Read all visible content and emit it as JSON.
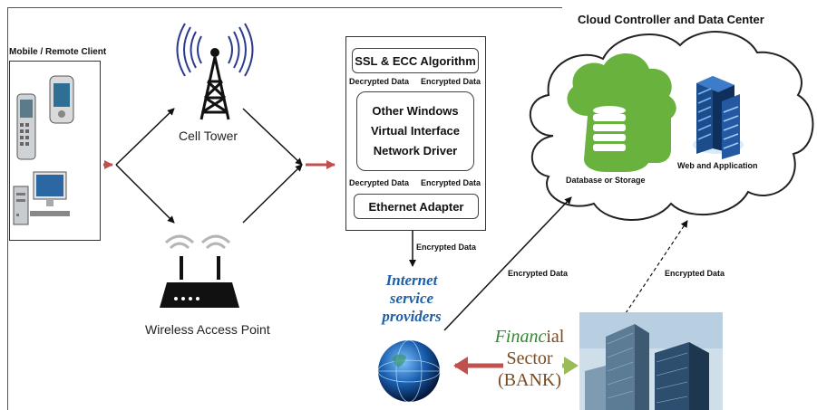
{
  "client": {
    "label": "Mobile / Remote  Client"
  },
  "tower": {
    "label": "Cell Tower"
  },
  "wap": {
    "label": "Wireless Access Point"
  },
  "stack": {
    "ssl": "SSL & ECC Algorithm",
    "decrypted_top": "Decrypted Data",
    "encrypted_top": "Encrypted Data",
    "virtual": [
      "Other Windows",
      "Virtual Interface",
      "Network Driver"
    ],
    "decrypted_bottom": "Decrypted Data",
    "encrypted_bottom": "Encrypted Data",
    "ethernet": "Ethernet Adapter",
    "encrypted_down": "Encrypted Data"
  },
  "cloud": {
    "title": "Cloud Controller and Data Center",
    "database": "Database or Storage",
    "web": "Web and Application"
  },
  "isp": {
    "lines": [
      "Internet",
      "service",
      "providers"
    ],
    "link_label": "Encrypted Data"
  },
  "bank": {
    "line1_italic": "Financ",
    "line1_rest": "ial",
    "line2": "Sector",
    "line3": "(BANK)",
    "link_label": "Encrypted Data"
  },
  "colors": {
    "arrow_red": "#c0504d",
    "arrow_green": "#9bbb59",
    "db_green": "#6ab23e",
    "isp_blue": "#1d5fa8",
    "bank_green": "#2e8b2e",
    "bank_brown": "#7b4a1e"
  }
}
